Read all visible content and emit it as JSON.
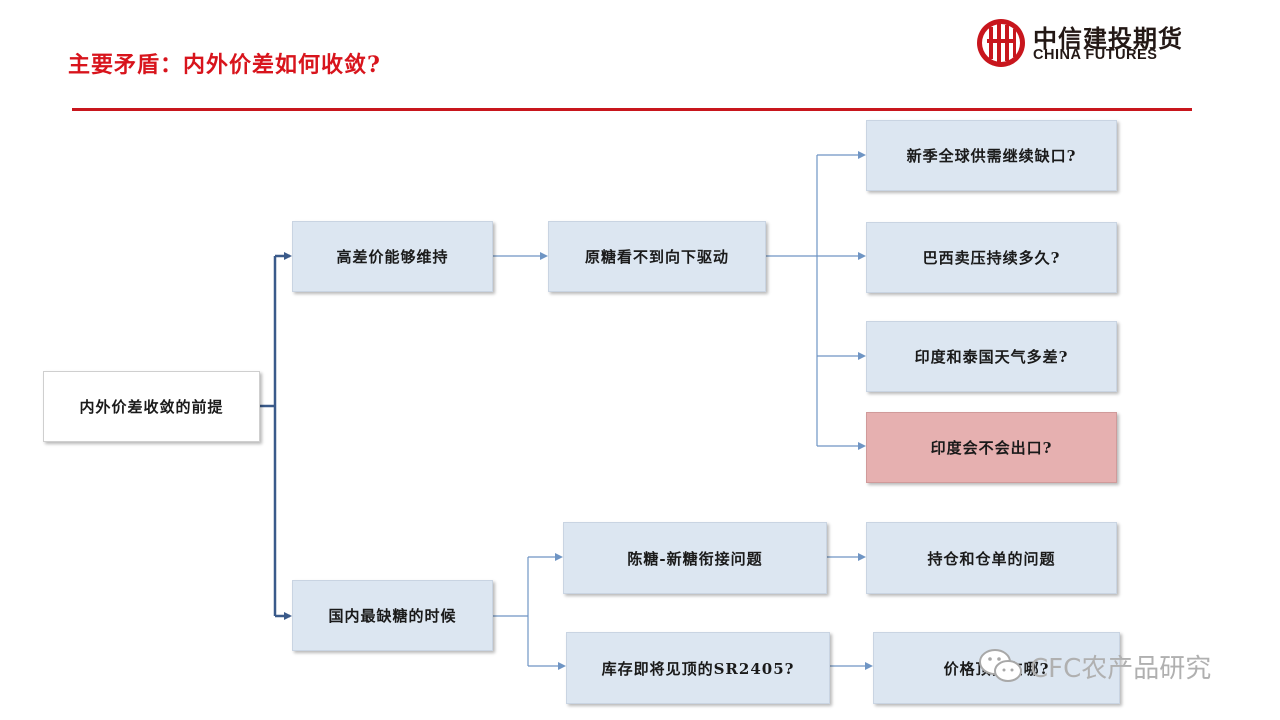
{
  "slide": {
    "title": "主要矛盾：内外价差如何收敛?"
  },
  "logo": {
    "name_cn": "中信建投期货",
    "name_en": "CHINA FUTURES"
  },
  "diagram": {
    "root": "内外价差收敛的前提",
    "branch_high": "高差价能够维持",
    "raw_sugar": "原糖看不到向下驱动",
    "q1": "新季全球供需继续缺口?",
    "q2": "巴西卖压持续多久?",
    "q3": "印度和泰国天气多差?",
    "q4": "印度会不会出口?",
    "branch_domestic": "国内最缺糖的时候",
    "old_new": "陈糖-新糖衔接问题",
    "position": "持仓和仓单的问题",
    "inventory": "库存即将见顶的SR2405?",
    "price_top": "价格顶部在哪?"
  },
  "watermark": {
    "text": "CFC农产品研究"
  },
  "colors": {
    "title_red": "#d8141c",
    "box_blue": "#dce6f1",
    "box_pink": "#e6b0b0",
    "connector_dark": "#3a5a8a",
    "connector_light": "#7ea3cf"
  }
}
